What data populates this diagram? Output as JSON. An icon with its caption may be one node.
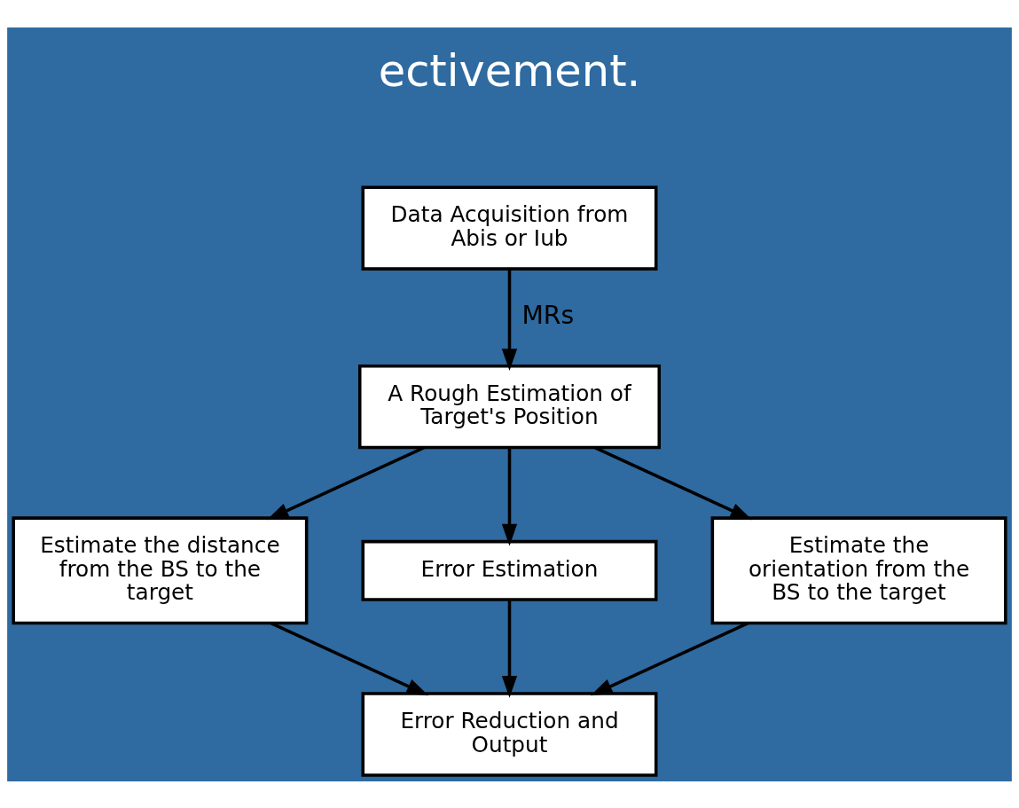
{
  "diagram": {
    "nodes": [
      {
        "text": [
          "Data Acquisition from Abis or Iub"
        ]
      },
      {
        "text": [
          "A Rough Estimation of Target's Position"
        ]
      },
      {
        "text": [
          "Estimate the distance from the BS to the target"
        ]
      },
      {
        "text": [
          "Error Estimation"
        ]
      },
      {
        "text": [
          "Estimate the orientation from the BS to the target"
        ]
      },
      {
        "text": [
          "Error Reduction and Output"
        ]
      }
    ],
    "edges": [
      {
        "from": 0,
        "to": 1,
        "arrow": "to",
        "label": "MRs"
      },
      {
        "from": 1,
        "to": 2,
        "arrow": "to"
      },
      {
        "from": 1,
        "to": 3,
        "arrow": "to"
      },
      {
        "from": 1,
        "to": 4,
        "arrow": "to"
      },
      {
        "from": 2,
        "to": 5,
        "arrow": "to"
      },
      {
        "from": 3,
        "to": 5,
        "arrow": "to"
      },
      {
        "from": 4,
        "to": 5,
        "arrow": "to"
      }
    ],
    "labels": [
      "ectivement."
    ]
  }
}
